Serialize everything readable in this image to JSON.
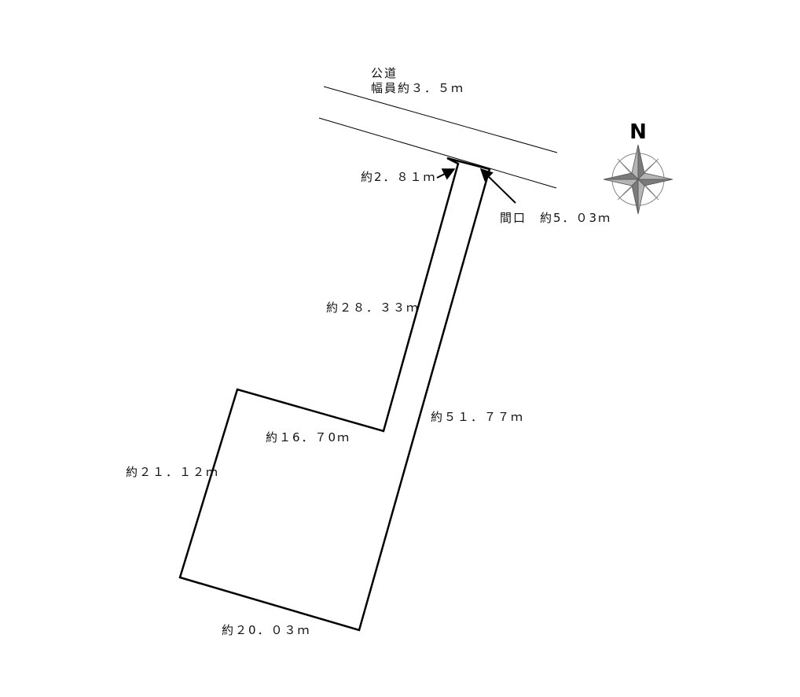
{
  "road": {
    "line1": "公道",
    "line2": "幅員約３．５ｍ"
  },
  "frontage": {
    "label": "間口　約5．０3ｍ"
  },
  "dimensions": {
    "side_2_81": "約2．８１ｍ",
    "side_28_33": "約２８．３３ｍ",
    "side_51_77": "約５１．７７ｍ",
    "side_16_70": "約１6．７0ｍ",
    "side_21_12": "約２１．１２ｍ",
    "side_20_03": "約２0．０３ｍ"
  },
  "compass": {
    "north_label": "N"
  }
}
